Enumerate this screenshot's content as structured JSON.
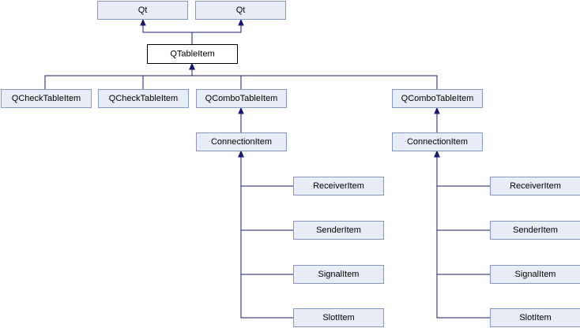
{
  "diagram": {
    "nodes": [
      {
        "id": "qt_a",
        "label": "Qt",
        "current": false
      },
      {
        "id": "qt_b",
        "label": "Qt",
        "current": false
      },
      {
        "id": "qtableitem",
        "label": "QTableItem",
        "current": true
      },
      {
        "id": "qchecktableitem_a",
        "label": "QCheckTableItem",
        "current": false
      },
      {
        "id": "qchecktableitem_b",
        "label": "QCheckTableItem",
        "current": false
      },
      {
        "id": "qcombotableitem_a",
        "label": "QComboTableItem",
        "current": false
      },
      {
        "id": "qcombotableitem_b",
        "label": "QComboTableItem",
        "current": false
      },
      {
        "id": "connectionitem_a",
        "label": "ConnectionItem",
        "current": false
      },
      {
        "id": "connectionitem_b",
        "label": "ConnectionItem",
        "current": false
      },
      {
        "id": "receiveritem_a",
        "label": "ReceiverItem",
        "current": false
      },
      {
        "id": "senderitem_a",
        "label": "SenderItem",
        "current": false
      },
      {
        "id": "signalitem_a",
        "label": "SignalItem",
        "current": false
      },
      {
        "id": "slotitem_a",
        "label": "SlotItem",
        "current": false
      },
      {
        "id": "receiveritem_b",
        "label": "ReceiverItem",
        "current": false
      },
      {
        "id": "senderitem_b",
        "label": "SenderItem",
        "current": false
      },
      {
        "id": "signalitem_b",
        "label": "SignalItem",
        "current": false
      },
      {
        "id": "slotitem_b",
        "label": "SlotItem",
        "current": false
      }
    ],
    "edges": [
      {
        "from": "qtableitem",
        "to": "qt_a"
      },
      {
        "from": "qtableitem",
        "to": "qt_b"
      },
      {
        "from": "qchecktableitem_a",
        "to": "qtableitem"
      },
      {
        "from": "qchecktableitem_b",
        "to": "qtableitem"
      },
      {
        "from": "qcombotableitem_a",
        "to": "qtableitem"
      },
      {
        "from": "qcombotableitem_b",
        "to": "qtableitem"
      },
      {
        "from": "connectionitem_a",
        "to": "qcombotableitem_a"
      },
      {
        "from": "connectionitem_b",
        "to": "qcombotableitem_b"
      },
      {
        "from": "receiveritem_a",
        "to": "connectionitem_a"
      },
      {
        "from": "senderitem_a",
        "to": "connectionitem_a"
      },
      {
        "from": "signalitem_a",
        "to": "connectionitem_a"
      },
      {
        "from": "slotitem_a",
        "to": "connectionitem_a"
      },
      {
        "from": "receiveritem_b",
        "to": "connectionitem_b"
      },
      {
        "from": "senderitem_b",
        "to": "connectionitem_b"
      },
      {
        "from": "signalitem_b",
        "to": "connectionitem_b"
      },
      {
        "from": "slotitem_b",
        "to": "connectionitem_b"
      }
    ]
  }
}
